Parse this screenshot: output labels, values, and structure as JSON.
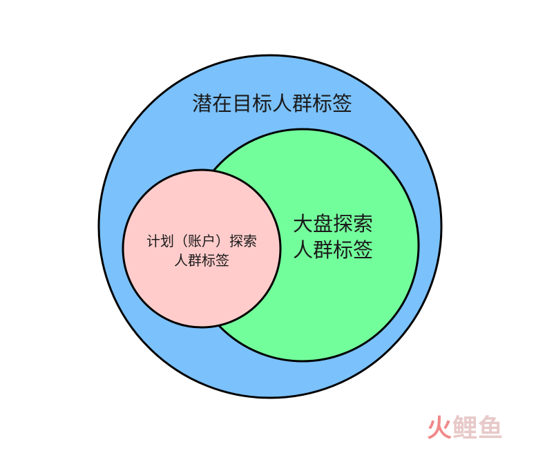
{
  "diagram": {
    "outer": {
      "label": "潜在目标人群标签",
      "fill": "#7bc1fb"
    },
    "middle": {
      "label_line1": "大盘探索",
      "label_line2": "人群标签",
      "fill": "#73fe9c"
    },
    "inner": {
      "label_line1": "计划（账户）探索",
      "label_line2": "人群标签",
      "fill": "#ffcccb"
    },
    "stroke_color": "#000000"
  },
  "watermark": {
    "part1": "火",
    "part2": "鲤鱼"
  }
}
